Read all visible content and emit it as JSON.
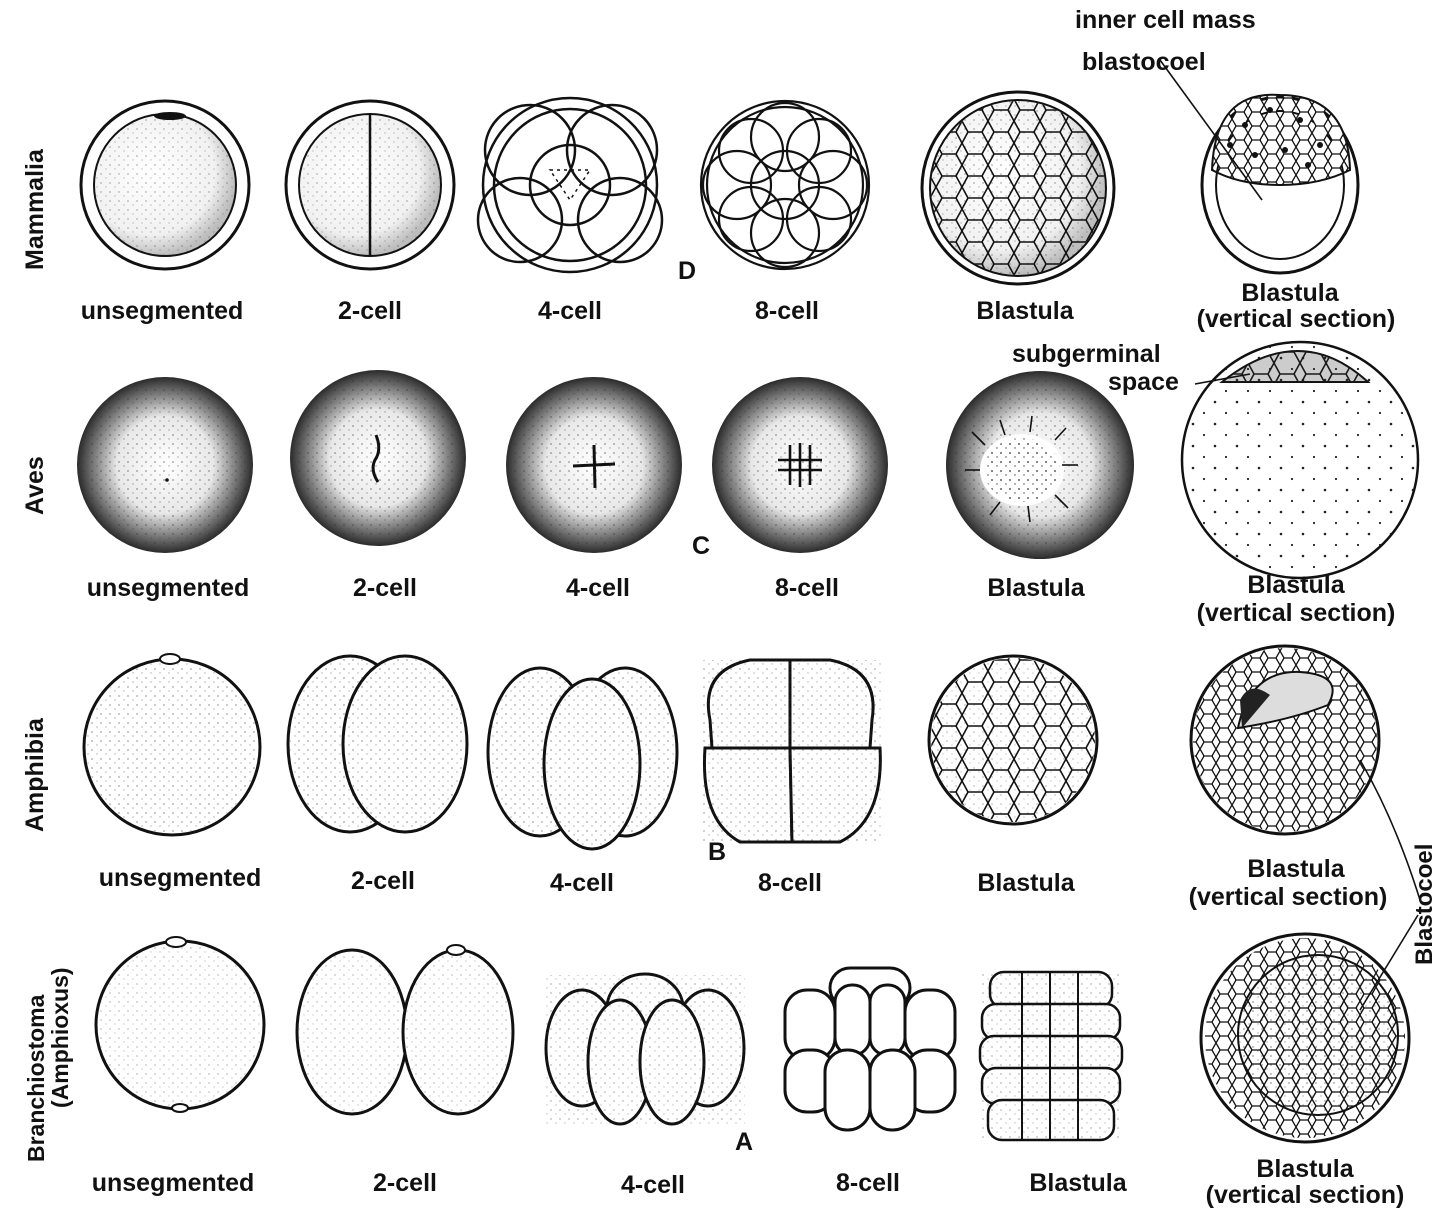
{
  "rows": [
    {
      "id": "mammalia",
      "name": "Mammalia",
      "letter": "D",
      "stages": [
        "unsegmented",
        "2-cell",
        "4-cell",
        "8-cell",
        "Blastula"
      ],
      "section_label_1": "Blastula",
      "section_label_2": "(vertical section)"
    },
    {
      "id": "aves",
      "name": "Aves",
      "letter": "C",
      "stages": [
        "unsegmented",
        "2-cell",
        "4-cell",
        "8-cell",
        "Blastula"
      ],
      "section_label_1": "Blastula",
      "section_label_2": "(vertical section)"
    },
    {
      "id": "amphibia",
      "name": "Amphibia",
      "letter": "B",
      "stages": [
        "unsegmented",
        "2-cell",
        "4-cell",
        "8-cell",
        "Blastula"
      ],
      "section_label_1": "Blastula",
      "section_label_2": "(vertical section)"
    },
    {
      "id": "branchiostoma",
      "name": "Branchiostoma",
      "name2": "(Amphioxus)",
      "letter": "A",
      "stages": [
        "unsegmented",
        "2-cell",
        "4-cell",
        "8-cell",
        "Blastula"
      ],
      "section_label_1": "Blastula",
      "section_label_2": "(vertical section)"
    }
  ],
  "annotations": {
    "inner_cell_mass": "inner cell mass",
    "blastocoel_mammal": "blastocoel",
    "subgerminal_1": "subgerminal",
    "subgerminal_2": "space",
    "blastocoel_side": "Blastocoel"
  }
}
